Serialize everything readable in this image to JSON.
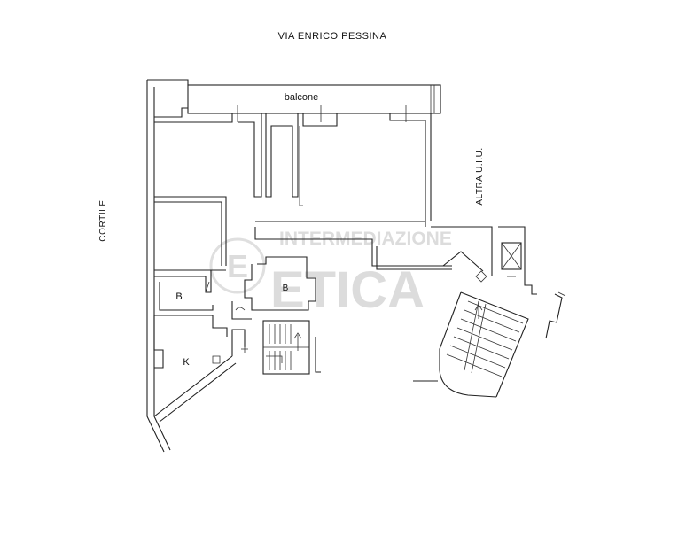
{
  "labels": {
    "street": "VIA ENRICO PESSINA",
    "balcony": "balcone",
    "courtyard": "CORTILE",
    "other_unit": "ALTRA U.I.U.",
    "bath_1": "B",
    "bath_2": "B",
    "kitchen": "K"
  },
  "watermark": {
    "line1": "INTERMEDIAZIONE",
    "line2": "ETICA",
    "monogram": "E"
  },
  "colors": {
    "line": "#222222",
    "watermark": "#d9d9d9",
    "background": "#ffffff"
  }
}
